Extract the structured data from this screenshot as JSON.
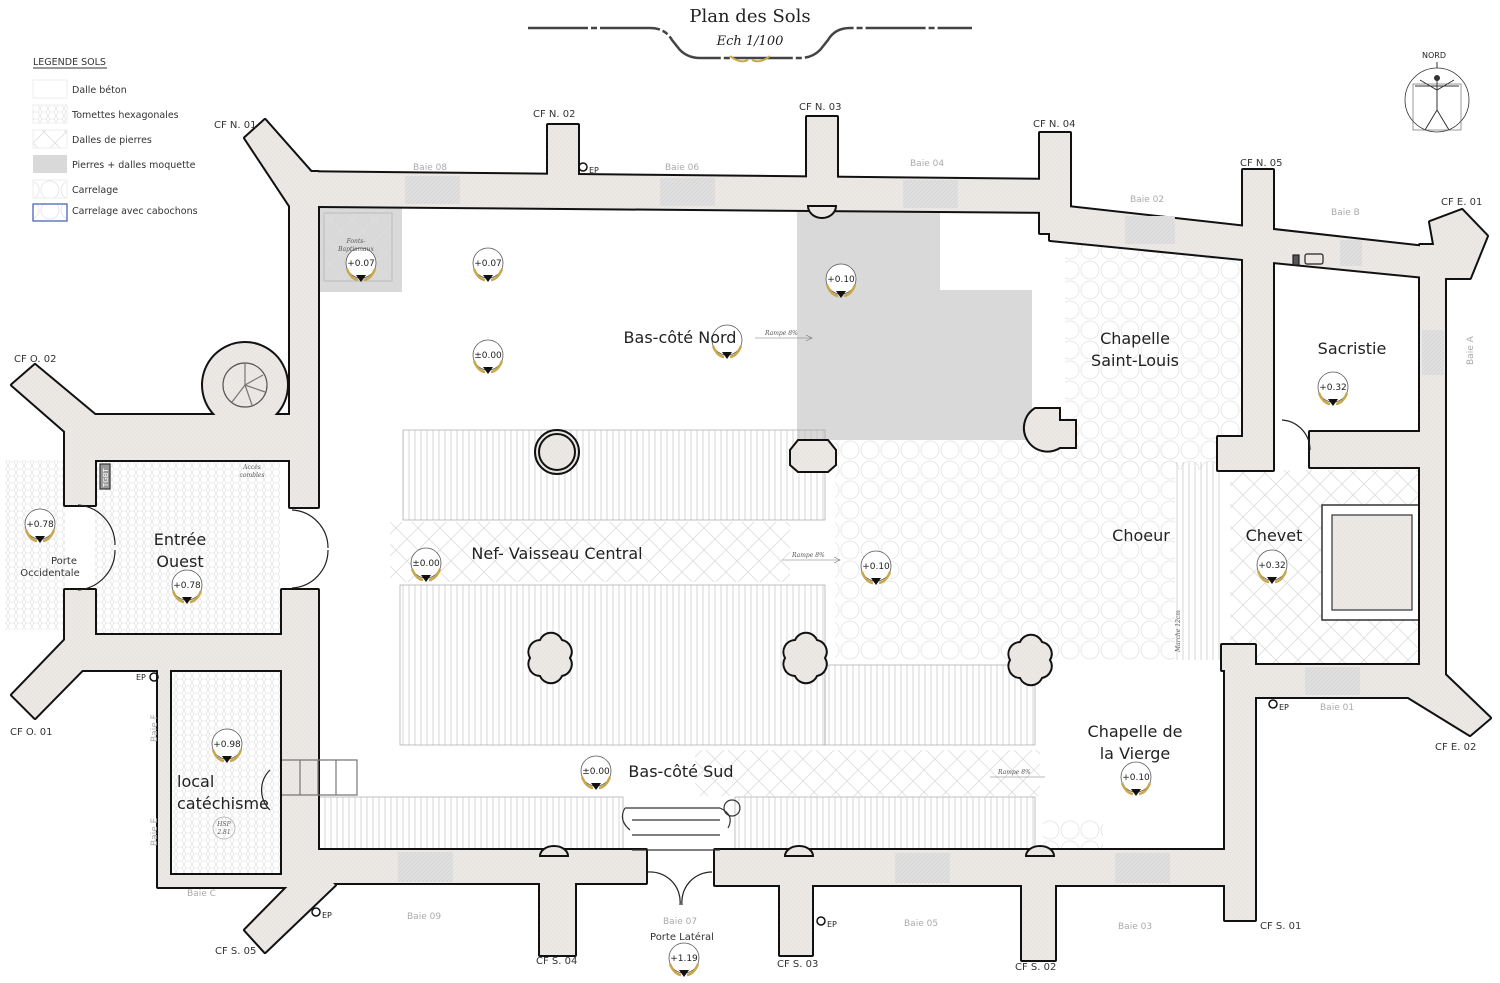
{
  "title": "Plan des Sols",
  "scale": "Ech 1/100",
  "colors": {
    "wall": "#ebe8e5",
    "carpet": "#d9d9d9",
    "gold": "#c9a84c",
    "legend_blue": "#3b5bb5"
  },
  "legend": {
    "title": "LEGENDE SOLS",
    "items": [
      {
        "label": "Dalle béton",
        "pattern": "plain"
      },
      {
        "label": "Tomettes hexagonales",
        "pattern": "hex"
      },
      {
        "label": "Dalles de pierres",
        "pattern": "diamond"
      },
      {
        "label": "Pierres + dalles moquette",
        "pattern": "gray"
      },
      {
        "label": "Carrelage",
        "pattern": "tiles"
      },
      {
        "label": "Carrelage avec cabochons",
        "pattern": "cabochons"
      }
    ]
  },
  "compass": {
    "label": "NORD"
  },
  "rooms": {
    "bas_cote_nord": "Bas-côté Nord",
    "chapelle_st_louis_1": "Chapelle",
    "chapelle_st_louis_2": "Saint-Louis",
    "sacristie": "Sacristie",
    "entree_1": "Entrée",
    "entree_2": "Ouest",
    "nef": "Nef- Vaisseau Central",
    "choeur": "Choeur",
    "chevet": "Chevet",
    "vierge_1": "Chapelle de",
    "vierge_2": "la Vierge",
    "bas_cote_sud": "Bas-côté Sud",
    "catechisme_1": "local",
    "catechisme_2": "catéchisme",
    "porte_occ_1": "Porte",
    "porte_occ_2": "Occidentale",
    "porte_laterale": "Porte Latéral"
  },
  "annotations": {
    "fonts_1": "Fonts-",
    "fonts_2": "Baptismaux",
    "acces_1": "Accès",
    "acces_2": "combles",
    "tgbt": "TGBT",
    "hsp_1": "HSP",
    "hsp_2": "2.81",
    "rampe": "Rampe 8%",
    "marche": "Marche 12cm",
    "ep": "EP"
  },
  "columns": [
    "CF N. 01",
    "CF N. 02",
    "CF N. 03",
    "CF N. 04",
    "CF N. 05",
    "CF E. 01",
    "CF O. 02",
    "CF O. 01",
    "CF E. 02",
    "CF S. 05",
    "CF S. 04",
    "CF S. 03",
    "CF S. 02",
    "CF S. 01"
  ],
  "bays": [
    "Baie 08",
    "Baie 06",
    "Baie 04",
    "Baie 02",
    "Baie B",
    "Baie A",
    "Baie F",
    "Baie E",
    "Baie C",
    "Baie 09",
    "Baie 07",
    "Baie 05",
    "Baie 03",
    "Baie 01"
  ],
  "elevations": [
    "+0.07",
    "+0.07",
    "+0.10",
    "±0.00",
    "+0.32",
    "+0.78",
    "+0.78",
    "±0.00",
    "+0.10",
    "+0.32",
    "+0.98",
    "±0.00",
    "+0.10",
    "+1.19"
  ]
}
